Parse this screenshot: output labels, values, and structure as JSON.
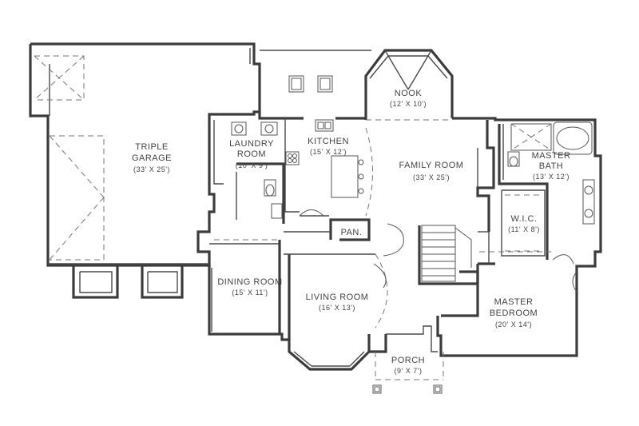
{
  "rooms": {
    "triple_garage": {
      "name_1": "TRIPLE",
      "name_2": "GARAGE",
      "dims": "(33' X 25')"
    },
    "laundry_room": {
      "name_1": "LAUNDRY",
      "name_2": "ROOM",
      "dims": "(10' X 9')"
    },
    "kitchen": {
      "name": "KITCHEN",
      "dims": "(15' X 12')"
    },
    "nook": {
      "name": "NOOK",
      "dims": "(12' X 10')"
    },
    "family_room": {
      "name": "FAMILY ROOM",
      "dims": "(33' X 25')"
    },
    "master_bath": {
      "name_1": "MASTER",
      "name_2": "BATH",
      "dims": "(13' X 12')"
    },
    "wic": {
      "name": "W.I.C.",
      "dims": "(11' X 8')"
    },
    "pantry": {
      "name": "PAN."
    },
    "dining_room": {
      "name": "DINING ROOM",
      "dims": "(15' X 11')"
    },
    "living_room": {
      "name": "LIVING ROOM",
      "dims": "(16' X 13')"
    },
    "master_bedroom": {
      "name_1": "MASTER",
      "name_2": "BEDROOM",
      "dims": "(20' X 14')"
    },
    "porch": {
      "name": "PORCH",
      "dims": "(9' X 7')"
    }
  }
}
